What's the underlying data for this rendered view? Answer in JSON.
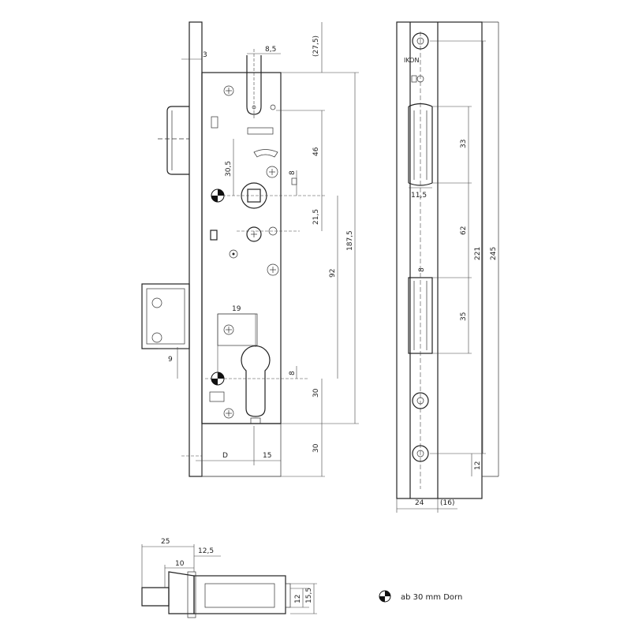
{
  "dimensions": {
    "d_3": "3",
    "d_8_5": "8,5",
    "d_27_5": "(27,5)",
    "d_46": "46",
    "d_30_5": "30,5",
    "d_8_top": "8",
    "d_21_5": "21,5",
    "d_187_5": "187,5",
    "d_92": "92",
    "d_19": "19",
    "d_9": "9",
    "d_8_bottom": "8",
    "d_30_mid": "30",
    "d_30_low": "30",
    "d_D": "D",
    "d_15": "15",
    "f_33": "33",
    "f_11_5": "11,5",
    "f_62": "62",
    "f_221": "221",
    "f_245": "245",
    "f_8": "8",
    "f_35": "35",
    "f_12": "12",
    "f_24": "24",
    "f_16": "(16)",
    "s_25": "25",
    "s_12_5": "12,5",
    "s_10": "10",
    "s_12": "12",
    "s_15_5": "15,5"
  },
  "legend": {
    "text": "ab 30 mm Dorn",
    "icon": "centre-mark-icon"
  }
}
